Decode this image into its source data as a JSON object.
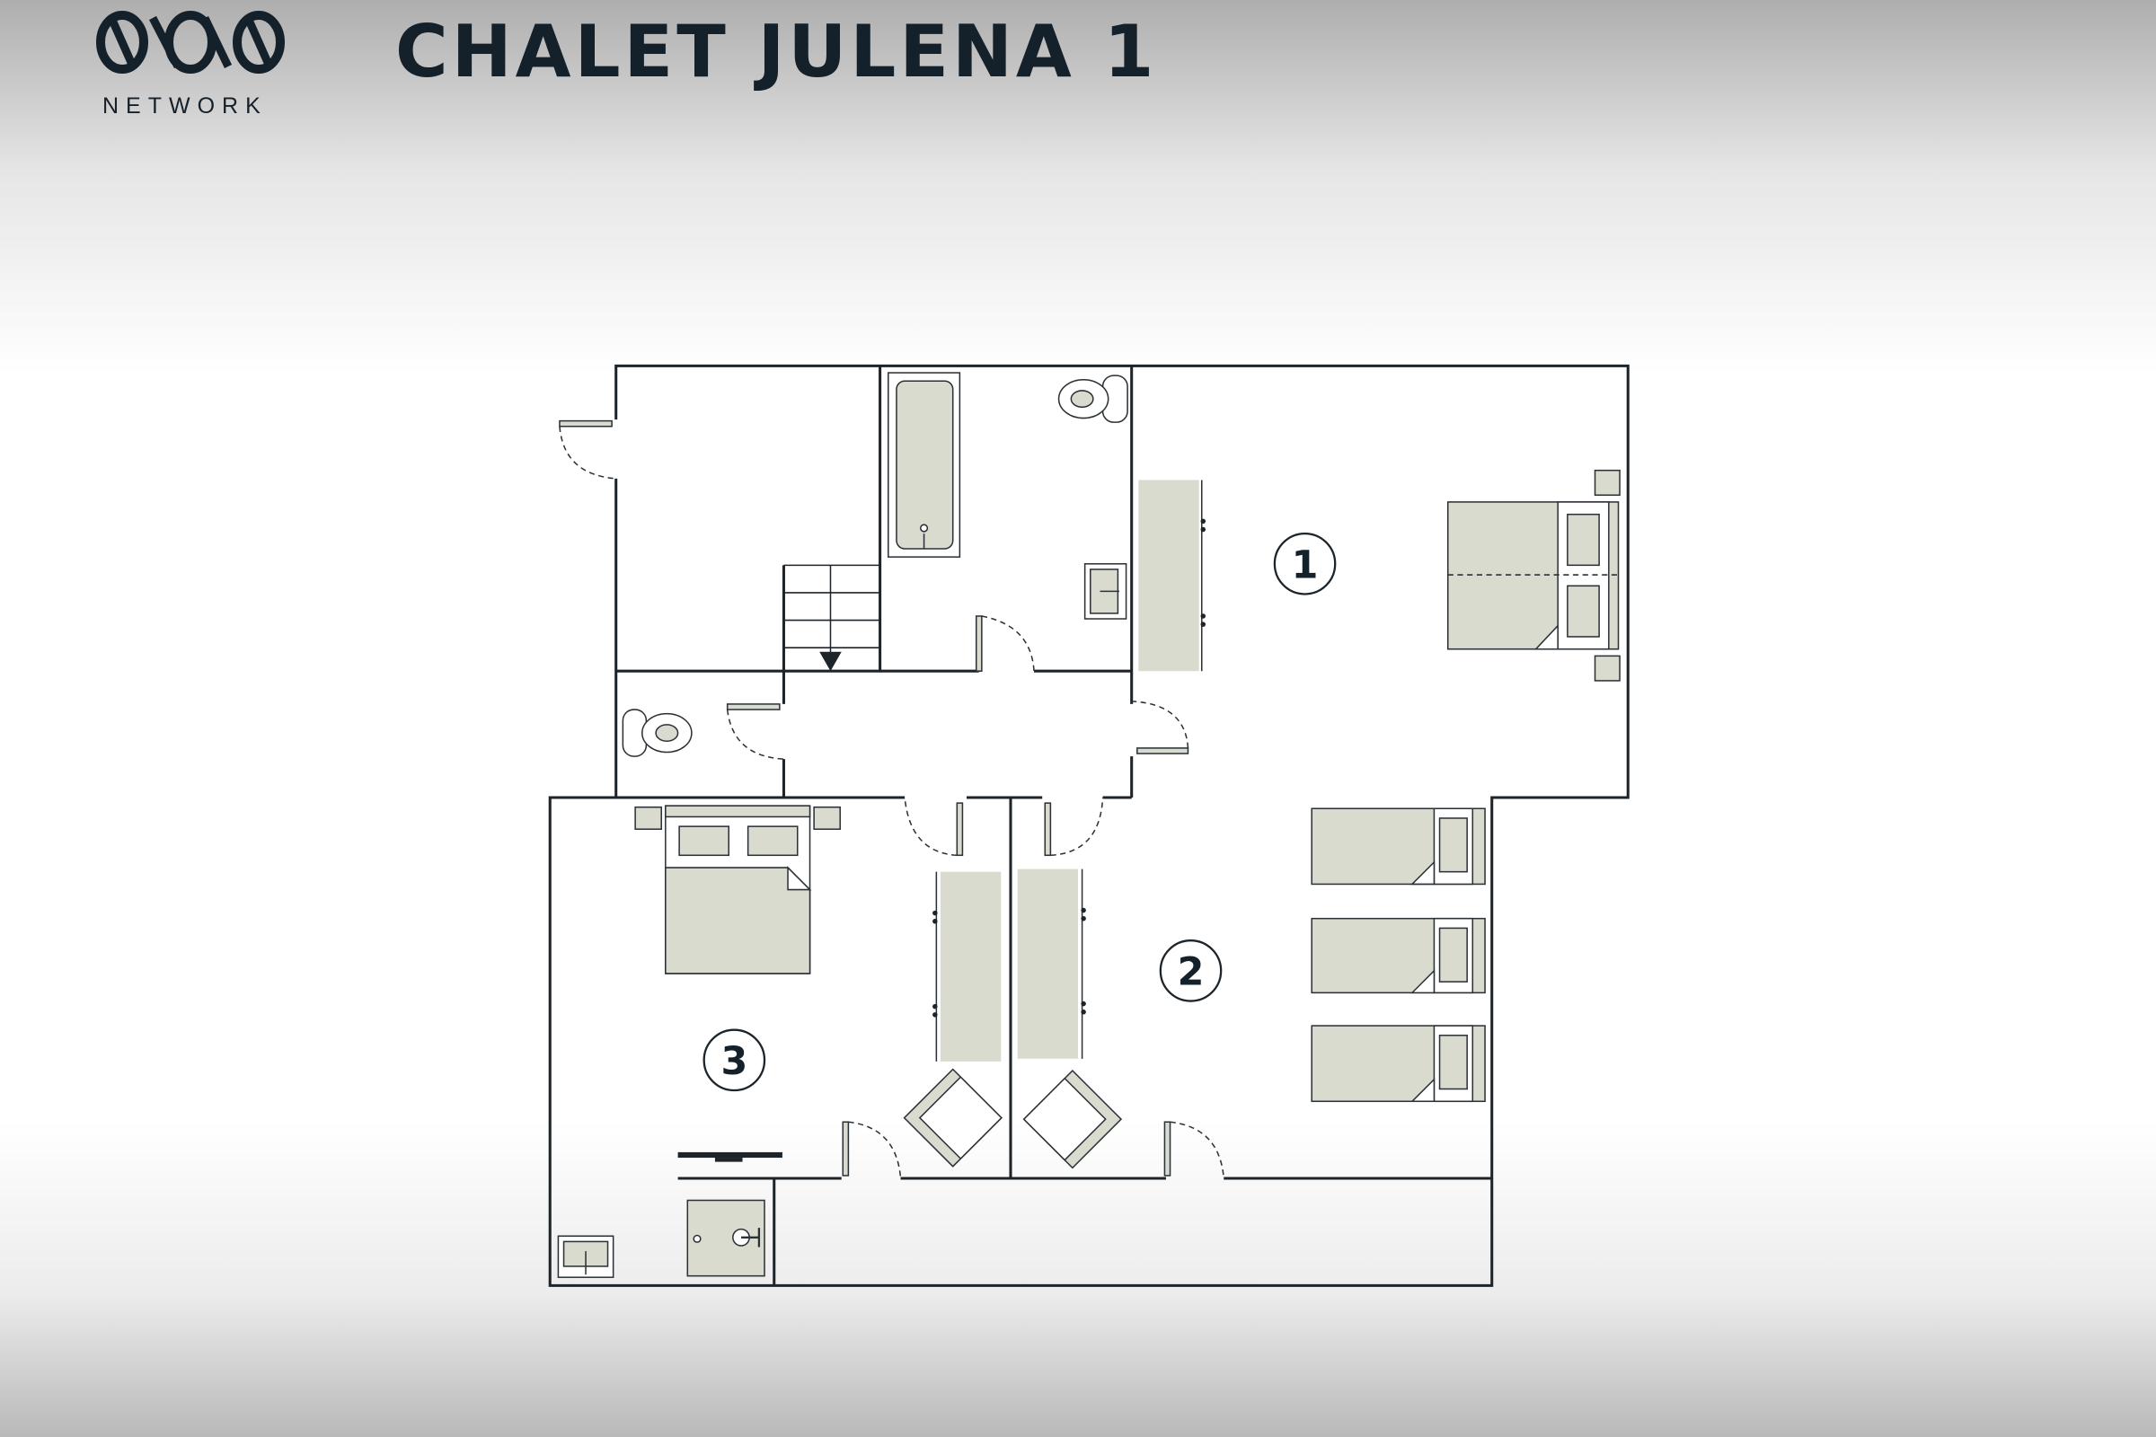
{
  "header": {
    "brand_logo_text": "NETWORK",
    "title": "CHALET JULENA 1"
  },
  "floorplan": {
    "rooms": [
      {
        "label": "1",
        "type": "bedroom-double"
      },
      {
        "label": "2",
        "type": "bedroom-three-singles"
      },
      {
        "label": "3",
        "type": "bedroom-double"
      }
    ],
    "colors": {
      "wall": "#1d252b",
      "furniture": "#d9dbcf",
      "text": "#14202a"
    }
  }
}
